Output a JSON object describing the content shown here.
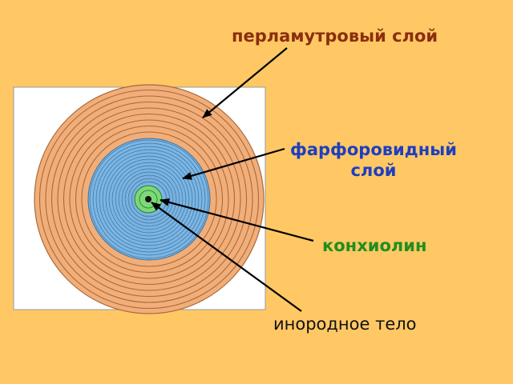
{
  "labels": {
    "nacre": "перламутровый слой",
    "porcelain_line1": "фарфоровидный",
    "porcelain_line2": "слой",
    "conchiolin": "конхиолин",
    "foreign_body": "инородное тело"
  },
  "colors": {
    "background": "#FFC864",
    "panel": "#FFFFFF",
    "nacre_fill": "#F2AE79",
    "porcelain_fill": "#7DB9E8",
    "conchiolin_fill": "#7ED87A",
    "nucleus": "#111111",
    "nacre_text": "#8B2E0F",
    "porcelain_text": "#1F3FBF",
    "conchiolin_text": "#1F8F1F",
    "arrow": "#000000"
  }
}
